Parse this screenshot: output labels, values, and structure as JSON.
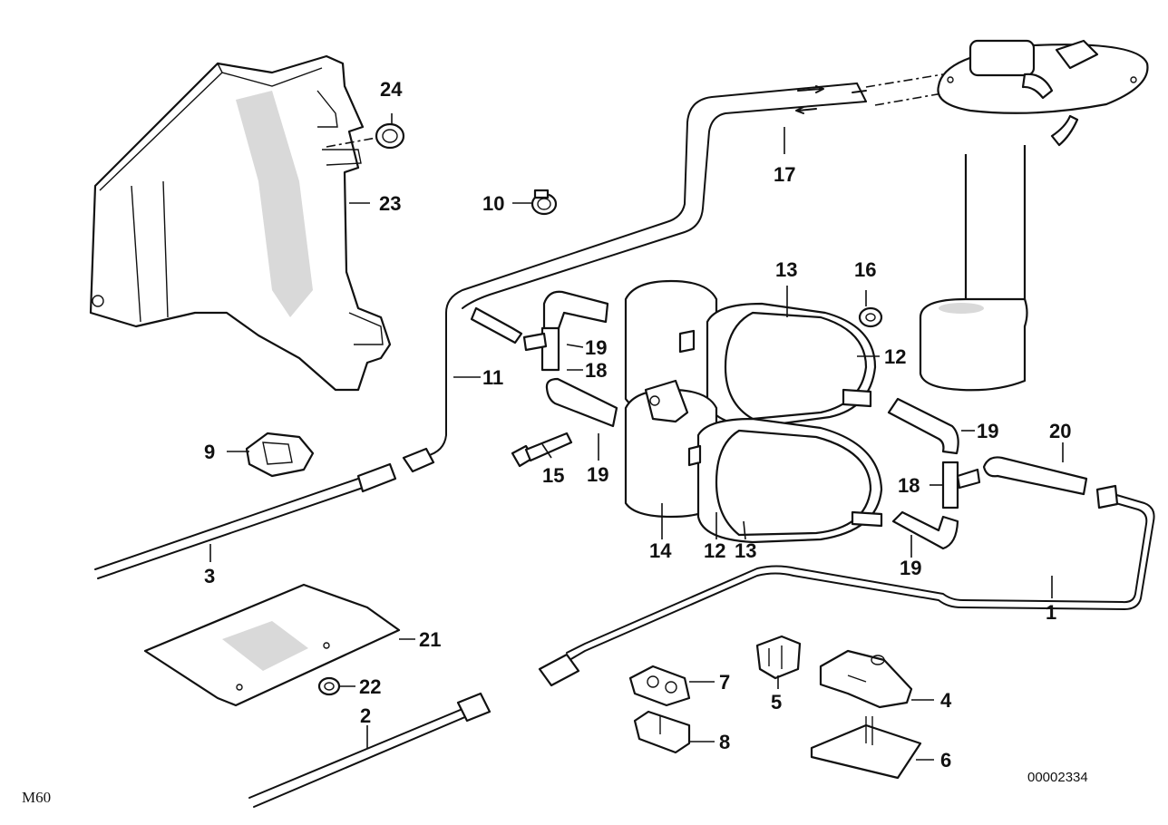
{
  "callouts": {
    "c1": "1",
    "c2": "2",
    "c3": "3",
    "c4": "4",
    "c5": "5",
    "c6": "6",
    "c7": "7",
    "c8": "8",
    "c9": "9",
    "c10": "10",
    "c11": "11",
    "c12a": "12",
    "c12b": "12",
    "c13a": "13",
    "c13b": "13",
    "c14": "14",
    "c15": "15",
    "c16": "16",
    "c17": "17",
    "c18a": "18",
    "c18b": "18",
    "c19a": "19",
    "c19b": "19",
    "c19c": "19",
    "c19d": "19",
    "c20": "20",
    "c21": "21",
    "c22": "22",
    "c23": "23",
    "c24": "24"
  },
  "footer": {
    "model": "M60",
    "diagram_number": "00002334"
  }
}
